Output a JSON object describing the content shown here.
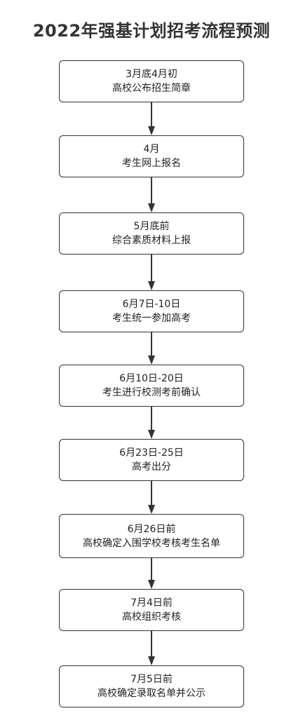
{
  "title": "2022年强基计划招考流程预测",
  "steps": [
    {
      "date": "3月底4月初",
      "desc": "高校公布招生简章"
    },
    {
      "date": "4月",
      "desc": "考生网上报名"
    },
    {
      "date": "5月底前",
      "desc": "综合素质材料上报"
    },
    {
      "date": "6月7日-10日",
      "desc": "考生统一参加高考"
    },
    {
      "date": "6月10日-20日",
      "desc": "考生进行校测考前确认"
    },
    {
      "date": "6月23日-25日",
      "desc": "高考出分"
    },
    {
      "date": "6月26日前",
      "desc": "高校确定入围学校考核考生名单"
    },
    {
      "date": "7月4日前",
      "desc": "高校组织考核"
    },
    {
      "date": "7月5日前",
      "desc": "高校确定录取名单并公示"
    }
  ]
}
